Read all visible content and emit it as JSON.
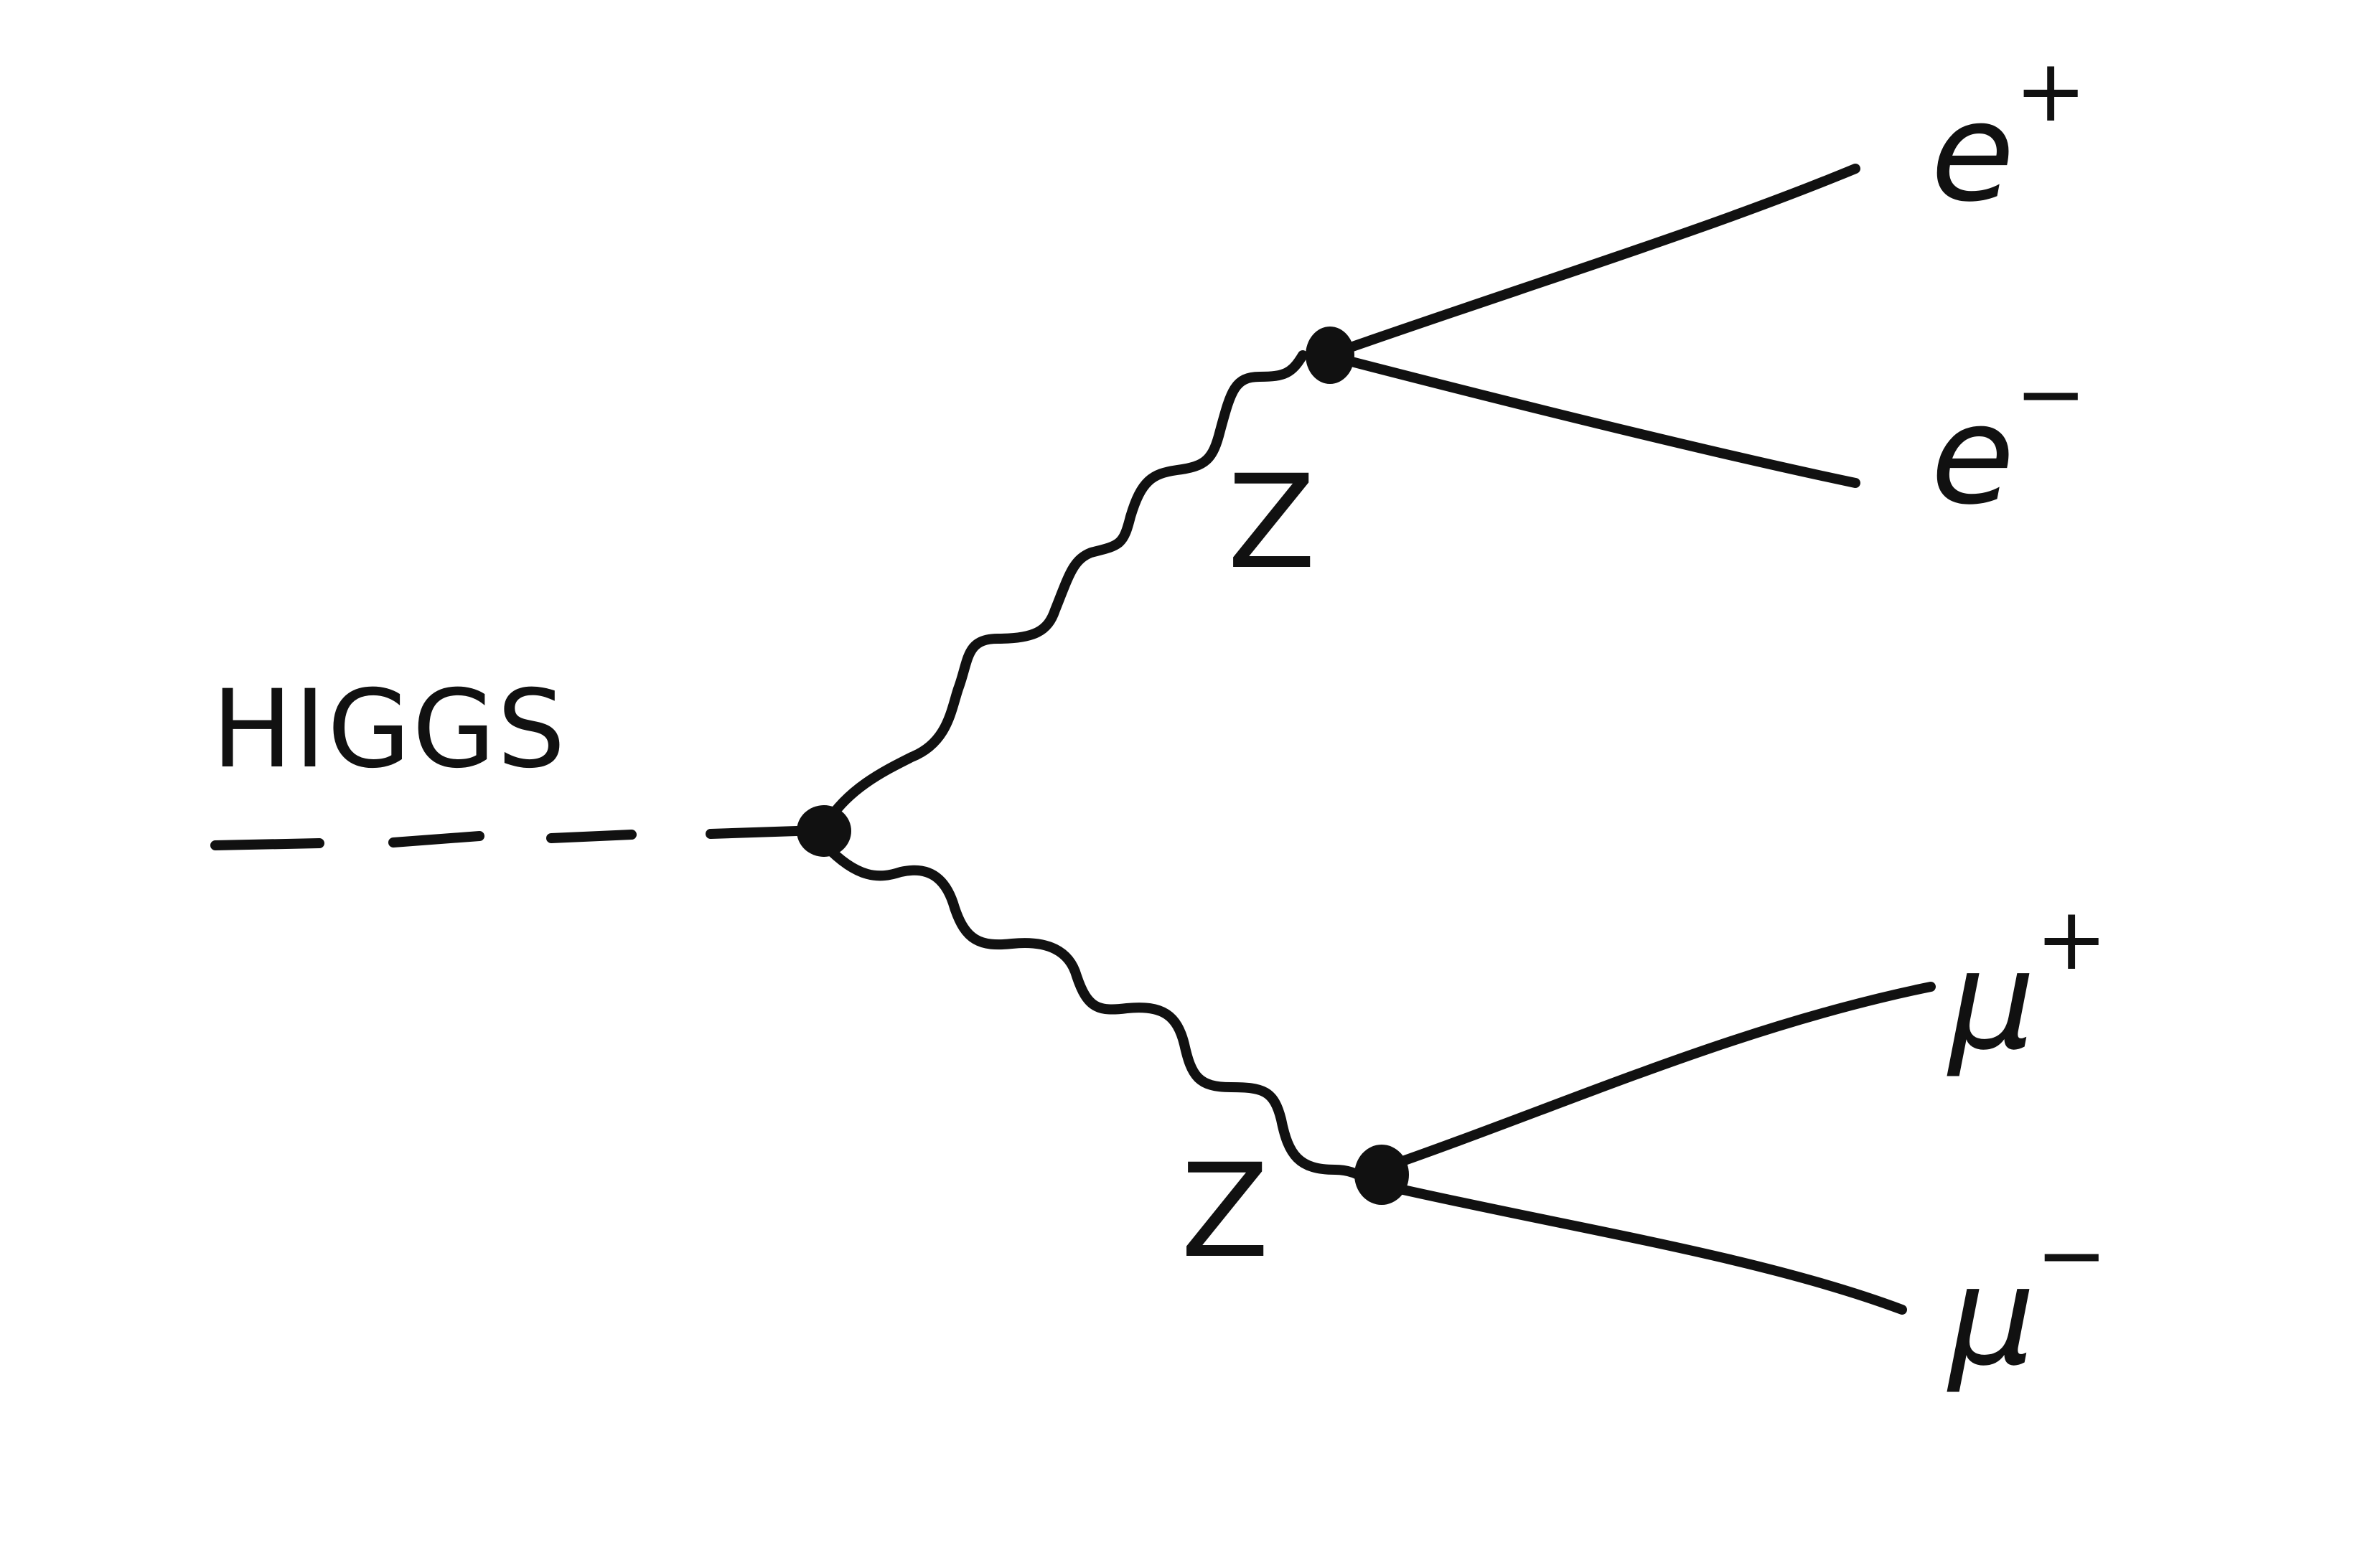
{
  "diagram": {
    "title": "",
    "ink_color": "#111111",
    "background_color": "#ffffff",
    "labels": {
      "higgs": "HIGGS",
      "z_upper": "Z",
      "z_lower": "Z",
      "e_plus": {
        "base": "e",
        "sup": "+"
      },
      "e_minus": {
        "base": "e",
        "sup": "−"
      },
      "mu_plus": {
        "base": "μ",
        "sup": "+"
      },
      "mu_minus": {
        "base": "μ",
        "sup": "−"
      }
    }
  }
}
